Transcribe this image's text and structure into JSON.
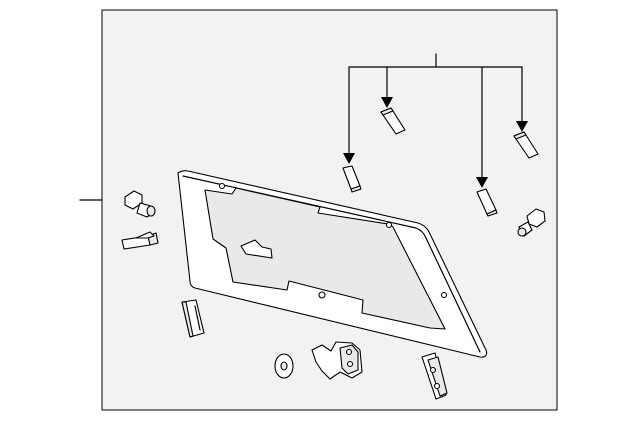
{
  "diagram": {
    "parts": [
      {
        "name": "back-window-glass"
      },
      {
        "name": "glass-hinge"
      },
      {
        "name": "hinge-bracket"
      },
      {
        "name": "glass-spacer"
      },
      {
        "name": "stop-bumper"
      },
      {
        "name": "hinge-nut"
      },
      {
        "name": "mounting-bolt"
      },
      {
        "name": "upper-clip"
      },
      {
        "name": "side-support-block"
      }
    ],
    "colors": {
      "frame": "#f2f2f2",
      "stroke": "#000000",
      "fill": "#ffffff"
    }
  }
}
